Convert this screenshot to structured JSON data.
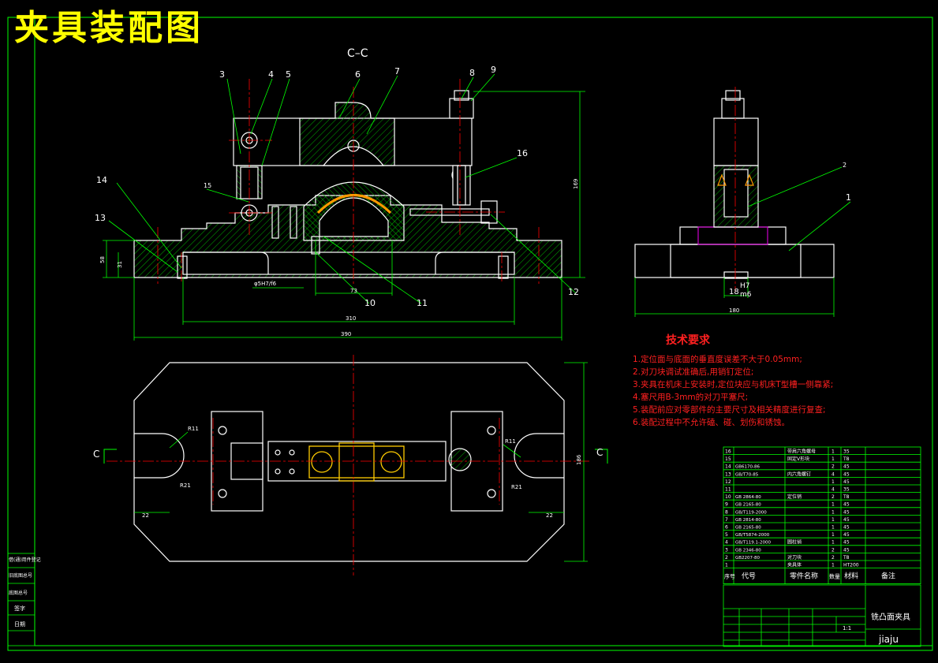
{
  "title": "夹具装配图",
  "section_label": "C–C",
  "section_marks": [
    "C",
    "C"
  ],
  "balloons": [
    "1",
    "2",
    "3",
    "4",
    "5",
    "6",
    "7",
    "8",
    "9",
    "10",
    "11",
    "12",
    "13",
    "14",
    "15",
    "16"
  ],
  "dimensions": {
    "height_total": "169",
    "base_height": "58",
    "base_inner": "31",
    "fit_small": "φ5H7/f6",
    "width_73": "73",
    "width_310": "310",
    "width_390": "390",
    "side_width": "180",
    "side_fit_value": "18",
    "side_fit_upper": "H7",
    "side_fit_lower": "m6",
    "plan_r11_left": "R11",
    "plan_r11_right": "R11",
    "plan_r21_left": "R21",
    "plan_r21_right": "R21",
    "plan_22_left": "22",
    "plan_22_right": "22",
    "plan_height": "186"
  },
  "notes": {
    "title": "技术要求",
    "items": [
      "1.定位面与底面的垂直度误差不大于0.05mm;",
      "2.对刀块调试准确后,用销钉定位;",
      "3.夹具在机床上安装时,定位块应与机床T型槽一侧靠紧;",
      "4.塞尺用B-3mm的对刀平塞尺;",
      "5.装配前应对零部件的主要尺寸及相关精度进行复查;",
      "6.装配过程中不允许磕、碰、划伤和锈蚀。"
    ]
  },
  "parts_table": {
    "rows": [
      [
        "16",
        "",
        "带肩六角螺母",
        "1",
        "35"
      ],
      [
        "15",
        "",
        "固定V形块",
        "1",
        "T8"
      ],
      [
        "14",
        "GB6170-86",
        "",
        "2",
        "45"
      ],
      [
        "13",
        "GB/T70-85",
        "内六角螺钉",
        "4",
        "45"
      ],
      [
        "12",
        "",
        "",
        "1",
        "45"
      ],
      [
        "11",
        "",
        "",
        "4",
        "35"
      ],
      [
        "10",
        "GB 2864-80",
        "定位销",
        "2",
        "T8"
      ],
      [
        "9",
        "GB 2165-80",
        "",
        "1",
        "45"
      ],
      [
        "8",
        "GB/T119-2000",
        "",
        "1",
        "45"
      ],
      [
        "7",
        "GB 2814-80",
        "",
        "1",
        "45"
      ],
      [
        "6",
        "GB 2165-80",
        "",
        "1",
        "45"
      ],
      [
        "5",
        "GB/T5874-2000",
        "",
        "1",
        "45"
      ],
      [
        "4",
        "GB/T119.1-2000",
        "圆柱销",
        "1",
        "45"
      ],
      [
        "3",
        "GB 2346-80",
        "",
        "2",
        "45"
      ],
      [
        "2",
        "GB2207-80",
        "对刀块",
        "2",
        "T8"
      ],
      [
        "1",
        "",
        "夹具体",
        "1",
        "HT200"
      ]
    ],
    "header": [
      "序号",
      "代号",
      "零件名称",
      "数量",
      "材料",
      "备注"
    ]
  },
  "title_block": {
    "drawing_name": "铣凸面夹具",
    "code": "jiaju",
    "scale": "1:1"
  },
  "left_strip": [
    "借(通)用件登记",
    "旧底图总号",
    "底图总号",
    "签字",
    "日期"
  ],
  "colors": {
    "background": "#000000",
    "outline": "#ffffff",
    "frame": "#00ff00",
    "hatch": "#00c000",
    "center": "#ff0000",
    "dimension": "#00ff00",
    "yellow": "#ffff00",
    "orange": "#ff9900",
    "magenta": "#cc00cc",
    "text_red": "#ff2020"
  }
}
